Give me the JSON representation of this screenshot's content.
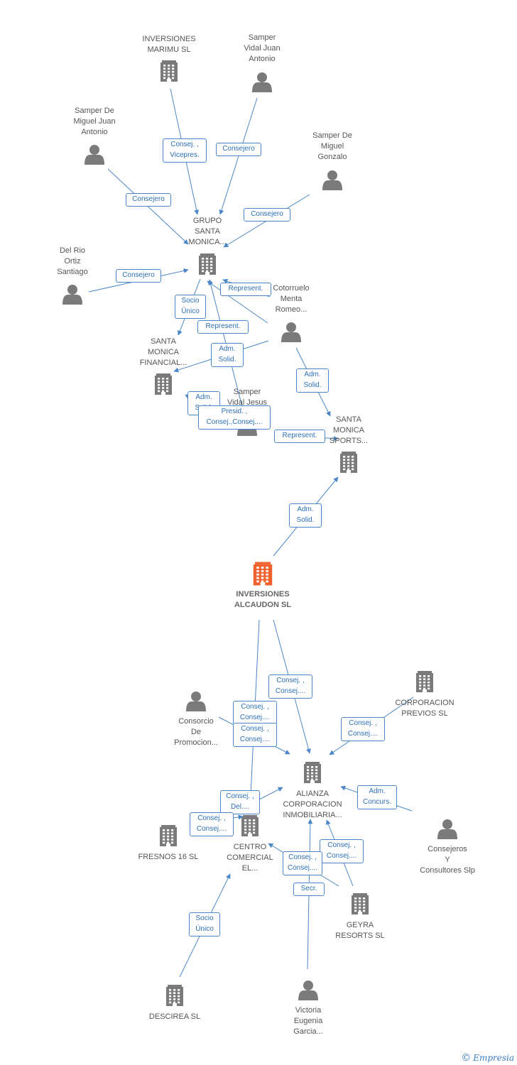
{
  "colors": {
    "edge": "#4a86c8",
    "node": "#7a7a7a",
    "focus": "#f0622d",
    "label_text": "#555555"
  },
  "nodes": [
    {
      "id": "marimu",
      "kind": "company",
      "label": "INVERSIONES\nMARIMU SL"
    },
    {
      "id": "vidal_antonio",
      "kind": "person",
      "label": "Samper\nVidal Juan\nAntonio"
    },
    {
      "id": "demiguel_juan",
      "kind": "person",
      "label": "Samper De\nMiguel Juan\nAntonio"
    },
    {
      "id": "demiguel_gonzalo",
      "kind": "person",
      "label": "Samper De\nMiguel\nGonzalo"
    },
    {
      "id": "grupo",
      "kind": "company",
      "label": "GRUPO\nSANTA\nMONICA..."
    },
    {
      "id": "delrio",
      "kind": "person",
      "label": "Del Rio\nOrtiz\nSantiago"
    },
    {
      "id": "cotorruelo",
      "kind": "person",
      "label": "Cotorruelo\nMenta\nRomeo..."
    },
    {
      "id": "financial",
      "kind": "company",
      "label": "SANTA\nMONICA\nFINANCIAL..."
    },
    {
      "id": "vidal_jesus",
      "kind": "person",
      "label": "Samper\nVidal Jesus"
    },
    {
      "id": "sports",
      "kind": "company",
      "label": "SANTA\nMONICA\nSPORTS..."
    },
    {
      "id": "alcaudon",
      "kind": "focus",
      "label": "INVERSIONES\nALCAUDON SL"
    },
    {
      "id": "previos",
      "kind": "company",
      "label": "CORPORACION\nPREVIOS SL"
    },
    {
      "id": "consorcio",
      "kind": "person",
      "label": "Consorcio\nDe\nPromocion..."
    },
    {
      "id": "alianza",
      "kind": "company",
      "label": "ALIANZA\nCORPORACION\nINMOBILIARIA..."
    },
    {
      "id": "fresnos",
      "kind": "company",
      "label": "FRESNOS 16 SL"
    },
    {
      "id": "centro",
      "kind": "company",
      "label": "CENTRO\nCOMERCIAL\nEL..."
    },
    {
      "id": "consejeros",
      "kind": "person",
      "label": "Consejeros\nY\nConsultores Slp"
    },
    {
      "id": "geyra",
      "kind": "company",
      "label": "GEYRA\nRESORTS SL"
    },
    {
      "id": "descirea",
      "kind": "company",
      "label": "DESCIREA SL"
    },
    {
      "id": "victoria",
      "kind": "person",
      "label": "Victoria\nEugenia\nGarcia..."
    }
  ],
  "edges": [
    {
      "label": "Consej. ,\nVicepres."
    },
    {
      "label": "Consejero"
    },
    {
      "label": "Consejero"
    },
    {
      "label": "Consejero"
    },
    {
      "label": "Consejero"
    },
    {
      "label": "Represent."
    },
    {
      "label": "Socio\nÚnico"
    },
    {
      "label": "Represent."
    },
    {
      "label": "Adm.\nSolid."
    },
    {
      "label": "Adm.\nSolid."
    },
    {
      "label": "Adm.\nSolid."
    },
    {
      "label": "Presid. ,\nConsej.,Consej...."
    },
    {
      "label": "Represent."
    },
    {
      "label": "Adm.\nSolid."
    },
    {
      "label": "Consej. ,\nConsej...."
    },
    {
      "label": "Consej. ,\nConsej...."
    },
    {
      "label": "Consej. ,\nConsej...."
    },
    {
      "label": "Consej. ,\nConsej...."
    },
    {
      "label": "Consej. ,\nDel...."
    },
    {
      "label": "Consej. ,\nConsej...."
    },
    {
      "label": "Adm.\nConcurs."
    },
    {
      "label": "Consej. ,\nConsej...."
    },
    {
      "label": "Consej. ,\nConsej...."
    },
    {
      "label": "Secr."
    },
    {
      "label": "Socio\nÚnico"
    }
  ],
  "brand": {
    "copyright": "©",
    "name": "Empresia"
  }
}
